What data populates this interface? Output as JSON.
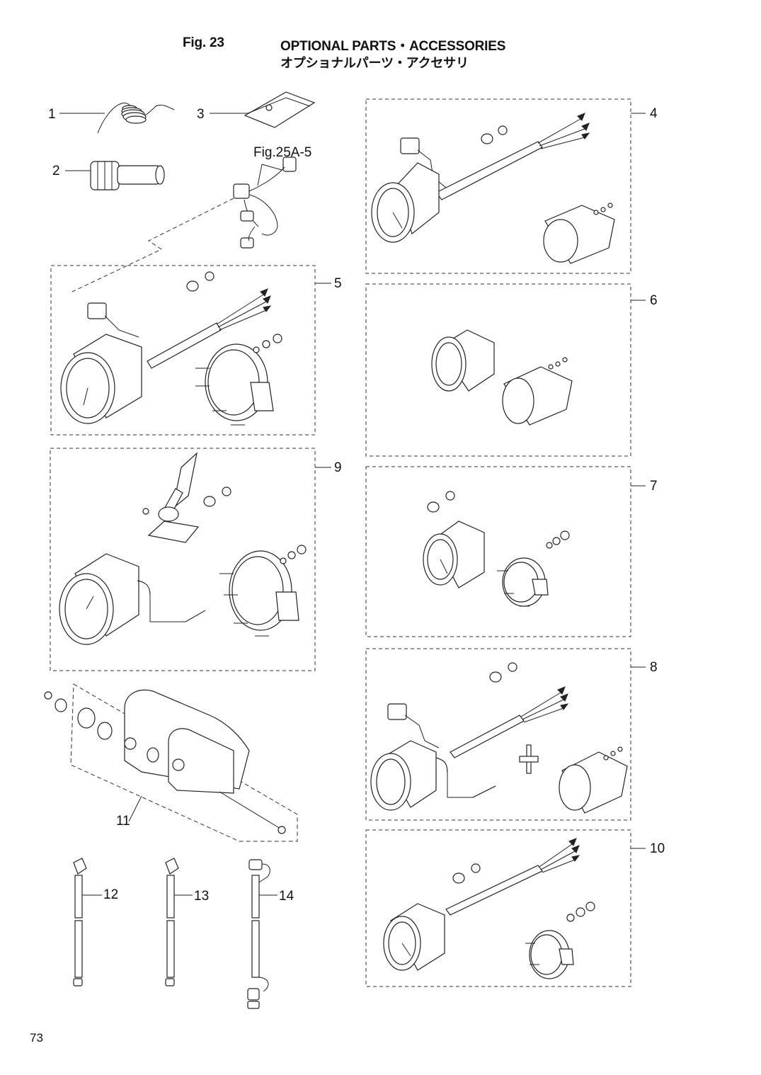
{
  "header": {
    "fig": "Fig. 23",
    "title_en": "OPTIONAL PARTS・ACCESSORIES",
    "title_ja": "オプショナルパーツ・アクセサリ"
  },
  "reference": "Fig.25A-5",
  "callouts": {
    "c1": "1",
    "c2": "2",
    "c3": "3",
    "c4": "4",
    "c5": "5",
    "c6": "6",
    "c7": "7",
    "c8": "8",
    "c9": "9",
    "c10": "10",
    "c11": "11",
    "c12": "12",
    "c13": "13",
    "c14": "14"
  },
  "page_number": "73",
  "colors": {
    "line": "#222222",
    "background": "#ffffff"
  }
}
